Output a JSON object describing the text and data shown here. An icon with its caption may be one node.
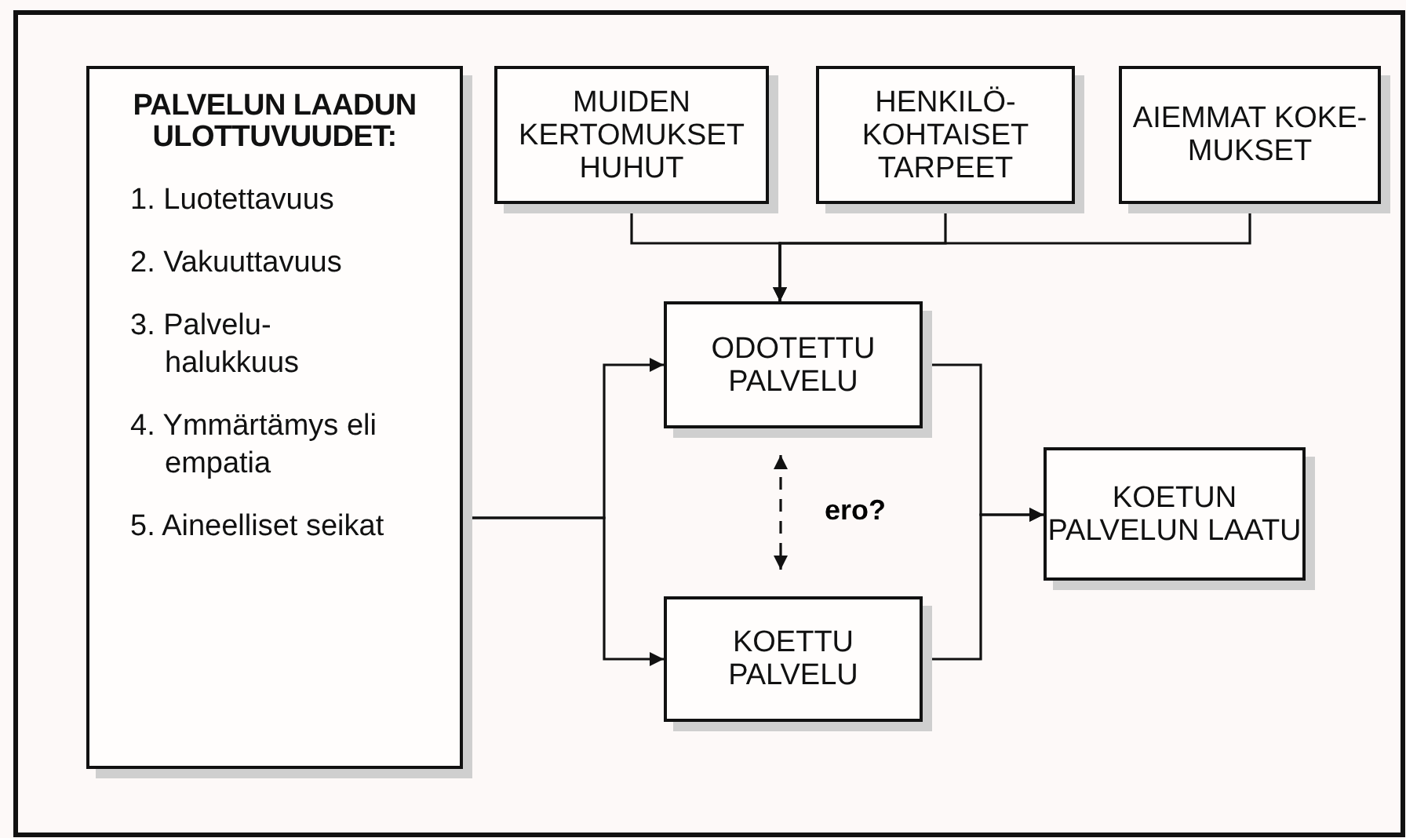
{
  "diagram": {
    "nodes": [
      {
        "text": [
          "PALVELUN LAADUN ULOTTUVUUDET:",
          "1. Luotettavuus",
          "2. Vakuuttavuus",
          "3. Palvelu- halukkuus",
          "4. Ymmärtämys eli empatia",
          "5. Aineelliset seikat"
        ]
      },
      {
        "text": [
          "MUIDEN KERTOMUKSET HUHUT"
        ]
      },
      {
        "text": [
          "HENKILÖ- KOHTAISET TARPEET"
        ]
      },
      {
        "text": [
          "AIEMMAT KOKE- MUKSET"
        ]
      },
      {
        "text": [
          "ODOTETTU PALVELU"
        ]
      },
      {
        "text": [
          "KOETTU PALVELU"
        ]
      },
      {
        "text": [
          "KOETUN PALVELUN LAATU"
        ]
      }
    ],
    "edges": [
      {
        "from": 1,
        "to": 4,
        "arrow": "to"
      },
      {
        "from": 2,
        "to": 4,
        "arrow": "to"
      },
      {
        "from": 3,
        "to": 4,
        "arrow": "to"
      },
      {
        "from": 0,
        "to": 4,
        "arrow": "to"
      },
      {
        "from": 0,
        "to": 5,
        "arrow": "to"
      },
      {
        "from": 4,
        "to": 6,
        "arrow": "to"
      },
      {
        "from": 5,
        "to": 6,
        "arrow": "to"
      },
      {
        "from": 4,
        "to": 5,
        "arrow": "both",
        "style": "dashed",
        "label": "ero?"
      }
    ]
  }
}
